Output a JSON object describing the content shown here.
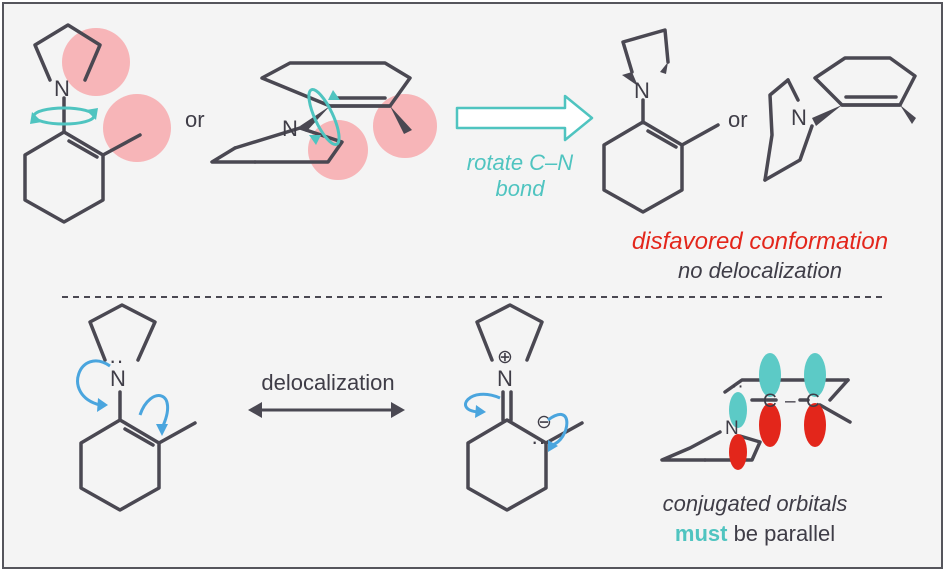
{
  "labels": {
    "or_left": "or",
    "or_right": "or",
    "rotate_line1": "rotate C–N",
    "rotate_line2": "bond",
    "disfavored": "disfavored conformation",
    "no_deloc": "no delocalization",
    "delocalization": "delocalization",
    "conj_line1": "conjugated orbitals",
    "must": "must",
    "be_parallel": " be parallel"
  },
  "atoms": {
    "n": "N",
    "c": "C",
    "n_lone_pair": "N̈",
    "plus": "⊕",
    "minus": "⊖"
  },
  "colors": {
    "background": "#f4f4f4",
    "frame": "#55555c",
    "bond": "#4a4852",
    "teal": "#4fc4c0",
    "red_clash": "#f7a9ad",
    "red_text": "#e3261b",
    "arrow_blue": "#4aa5de",
    "orbital_red": "#e3261b",
    "orbital_teal": "#5ccac6"
  }
}
